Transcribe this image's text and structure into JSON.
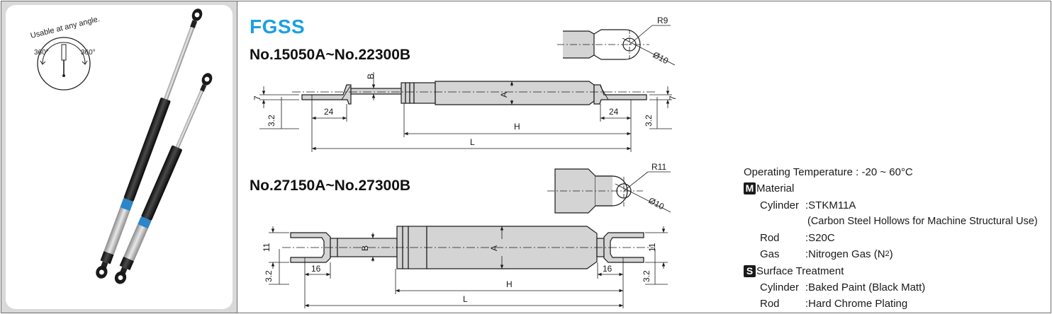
{
  "photo": {
    "angle_caption": "Usable at any angle.",
    "angle_left": "360°",
    "angle_right": "360°"
  },
  "header": {
    "series": "FGSS",
    "range_top": "No.15050A~No.22300B",
    "range_bottom": "No.27150A~No.27300B"
  },
  "drawing_top": {
    "radius": "R9",
    "hole": "Ø10",
    "b": "B",
    "a": "A",
    "seven_left": "7",
    "seven_right": "7",
    "end_left": "24",
    "end_right": "24",
    "offset_left": "3.2",
    "offset_right": "3.2",
    "h": "H",
    "l": "L"
  },
  "drawing_bottom": {
    "radius": "R11",
    "hole": "Ø10",
    "b": "B",
    "a": "A",
    "eleven_left": "11",
    "eleven_right": "11",
    "end_left": "16",
    "end_right": "16",
    "offset_left": "3.2",
    "offset_right": "3.2",
    "h": "H",
    "l": "L"
  },
  "specs": {
    "operating_temperature": "Operating Temperature : -20 ~ 60°C",
    "material_badge": "M",
    "material_title": "Material",
    "cylinder_label": "Cylinder",
    "cylinder_value": "STKM11A",
    "cylinder_note": "(Carbon Steel Hollows for Machine Structural Use)",
    "rod_label": "Rod",
    "rod_value": "S20C",
    "gas_label": "Gas",
    "gas_value": "Nitrogen Gas (N",
    "gas_sub": "2",
    "gas_close": ")",
    "surface_badge": "S",
    "surface_title": "Surface Treatment",
    "surf_cylinder_label": "Cylinder",
    "surf_cylinder_value": "Baked Paint (Black Matt)",
    "surf_rod_label": "Rod",
    "surf_rod_value": "Hard Chrome Plating",
    "colon": ":"
  },
  "colors": {
    "accent": "#1ba0e3",
    "line": "#1a1a1a",
    "cylinder_fill": "#d4d4d4",
    "panel_bg": "#d9d9d9"
  }
}
